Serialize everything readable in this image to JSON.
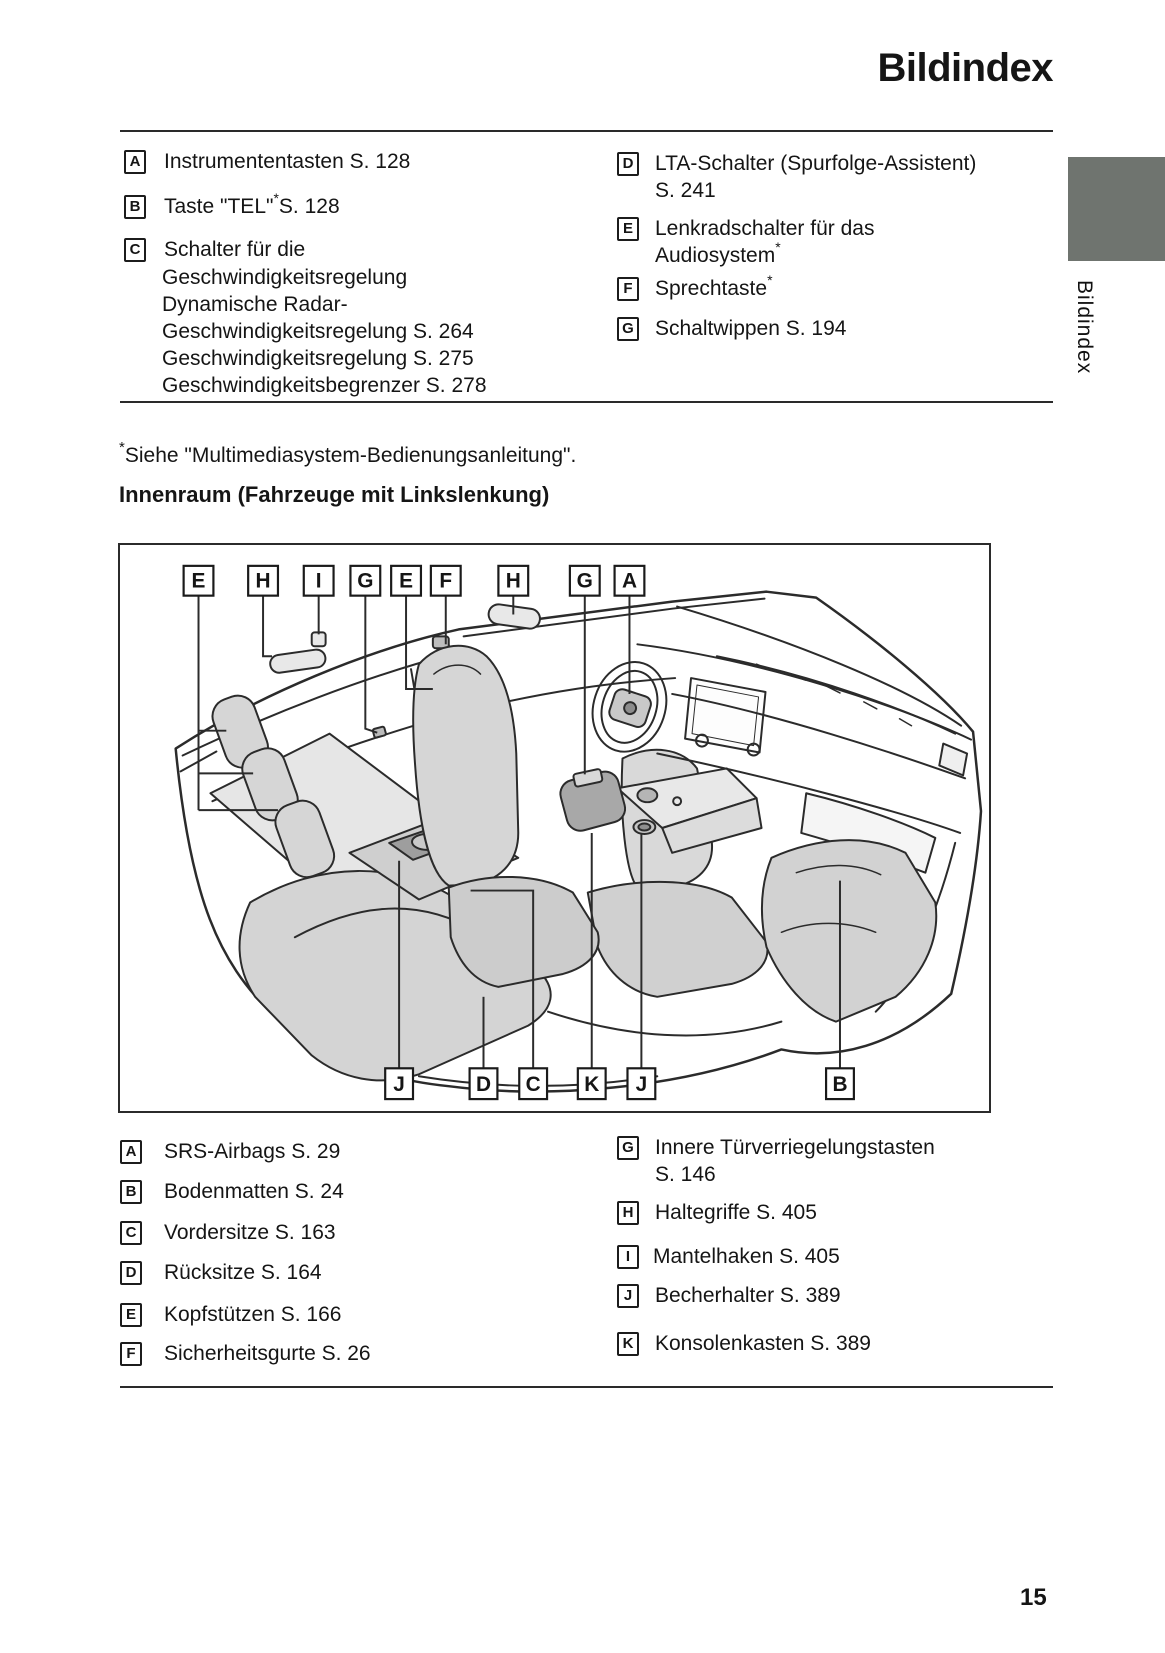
{
  "header": {
    "title": "Bildindex"
  },
  "side_tab": {
    "label": "Bildindex",
    "color": "#6f746f"
  },
  "footnote": {
    "star": "*",
    "text": "Siehe \"Multimediasystem-Bedienungsanleitung\"."
  },
  "section_heading": "Innenraum (Fahrzeuge mit Linkslenkung)",
  "page_number": "15",
  "top_list": {
    "left": [
      {
        "key": "A",
        "text": "Instrumententasten S. 128"
      },
      {
        "key": "B",
        "text": "Taste \"TEL\"",
        "sup": "*",
        "tail": "S. 128"
      },
      {
        "key": "C",
        "text": "Schalter für die",
        "lines": [
          "Geschwindigkeitsregelung",
          "Dynamische Radar-",
          "Geschwindigkeitsregelung S. 264",
          "Geschwindigkeitsregelung S. 275",
          "Geschwindigkeitsbegrenzer S. 278"
        ]
      }
    ],
    "right": [
      {
        "key": "D",
        "text": "LTA-Schalter (Spurfolge-Assistent)",
        "line2": "S. 241"
      },
      {
        "key": "E",
        "text": "Lenkradschalter für das",
        "line2": "Audiosystem",
        "line2_sup": "*"
      },
      {
        "key": "F",
        "text": "Sprechtaste",
        "sup": "*"
      },
      {
        "key": "G",
        "text": "Schaltwippen S. 194"
      }
    ]
  },
  "diagram": {
    "top_labels": [
      "E",
      "H",
      "I",
      "G",
      "E",
      "F",
      "H",
      "G",
      "A"
    ],
    "bottom_labels": [
      "J",
      "D",
      "C",
      "K",
      "J",
      "B"
    ]
  },
  "bottom_list": {
    "left": [
      {
        "key": "A",
        "text": "SRS-Airbags S. 29"
      },
      {
        "key": "B",
        "text": "Bodenmatten S. 24"
      },
      {
        "key": "C",
        "text": "Vordersitze S. 163"
      },
      {
        "key": "D",
        "text": "Rücksitze S. 164"
      },
      {
        "key": "E",
        "text": "Kopfstützen S. 166"
      },
      {
        "key": "F",
        "text": "Sicherheitsgurte S. 26"
      }
    ],
    "right": [
      {
        "key": "G",
        "text": "Innere Türverriegelungstasten",
        "line2": "S. 146"
      },
      {
        "key": "H",
        "text": "Haltegriffe S. 405"
      },
      {
        "key": "I",
        "text": "Mantelhaken S. 405"
      },
      {
        "key": "J",
        "text": "Becherhalter S. 389"
      },
      {
        "key": "K",
        "text": "Konsolenkasten S. 389"
      }
    ]
  }
}
